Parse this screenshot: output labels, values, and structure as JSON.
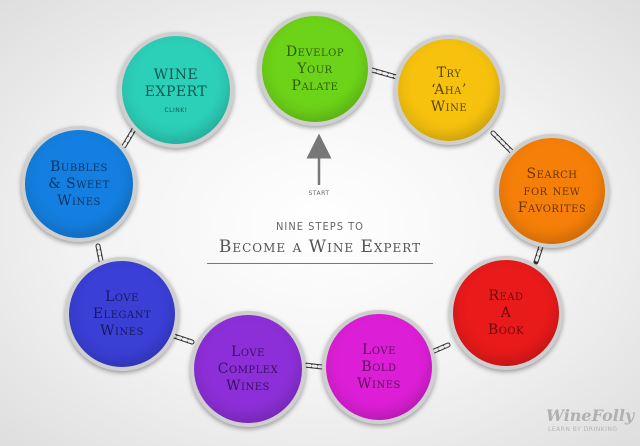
{
  "diagram": {
    "title_small": "NINE STEPS TO",
    "title_main": "Become a Wine Expert",
    "start_label": "START",
    "steps": [
      {
        "label": "Develop\nYour\nPalate",
        "color": "#6dd318",
        "text_color": "#2e5d0a"
      },
      {
        "label": "Try\n‘Aha’\nWine",
        "color": "#f6c20e",
        "text_color": "#5e4603"
      },
      {
        "label": "Search\nfor new\nFavorites",
        "color": "#f57f08",
        "text_color": "#6a3403"
      },
      {
        "label": "Read\nA\nBook",
        "color": "#e81a1a",
        "text_color": "#6e0707"
      },
      {
        "label": "Love\nBold\nWines",
        "color": "#dc1fd6",
        "text_color": "#5f0b5c"
      },
      {
        "label": "Love\nComplex\nWines",
        "color": "#8d2fd8",
        "text_color": "#3a0f5e"
      },
      {
        "label": "Love\nElegant\nWines",
        "color": "#3a3fd6",
        "text_color": "#151a5e"
      },
      {
        "label": "Bubbles\n& Sweet\nWines",
        "color": "#147fe0",
        "text_color": "#0a3566"
      },
      {
        "label": "WINE\nEXPERT",
        "sub": "CLINK!",
        "color": "#2ccfb8",
        "text_color": "#0c5b50"
      }
    ]
  },
  "branding": {
    "logo": "WineFolly",
    "tagline": "LEARN BY DRINKING"
  }
}
